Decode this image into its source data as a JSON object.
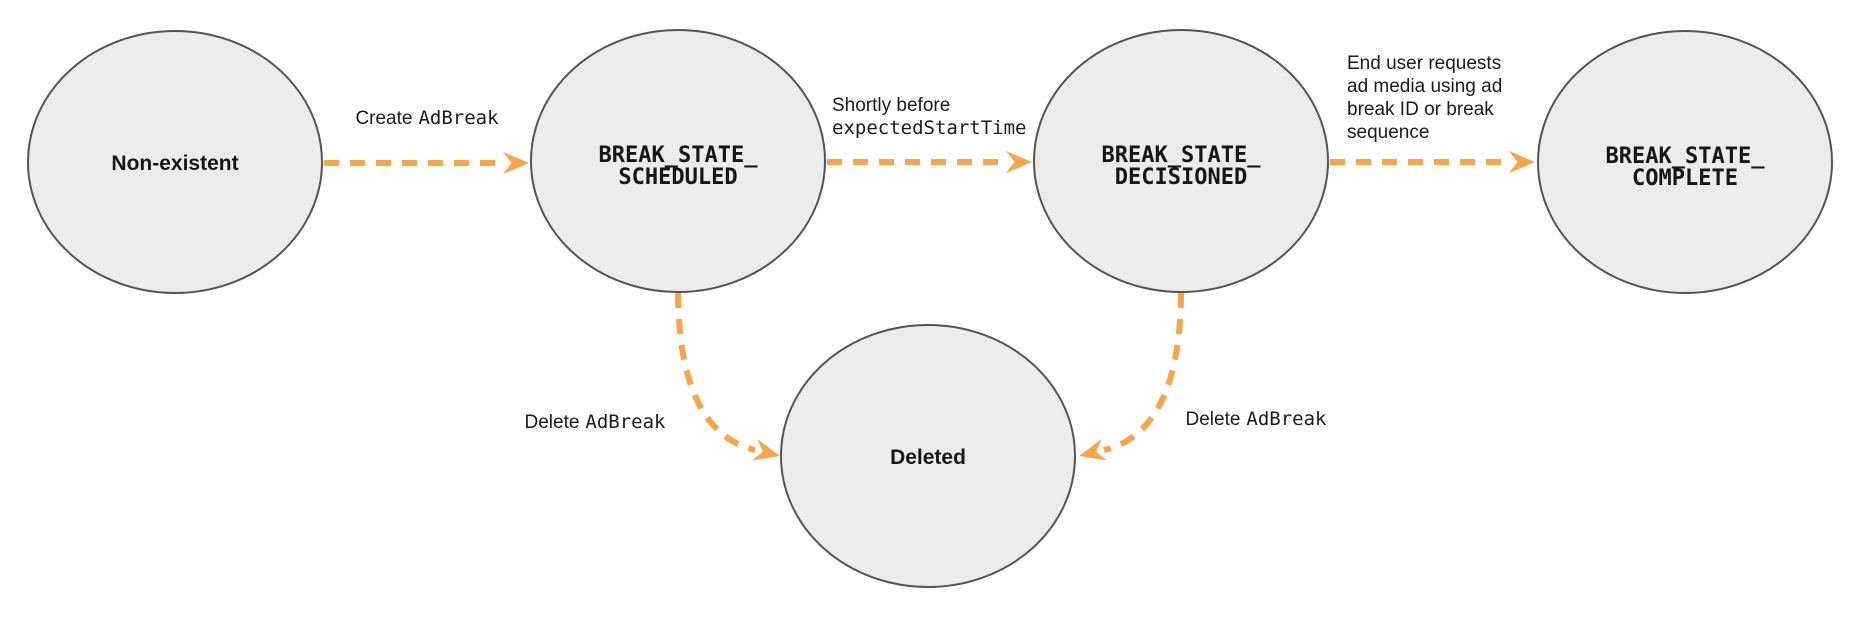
{
  "diagram": {
    "description": "Ad break state transition diagram",
    "colors": {
      "node_fill": "#ECECEC",
      "node_stroke": "#545454",
      "arrow": "#F8A44B",
      "text": "#161616"
    },
    "nodes": {
      "non_existent": {
        "line1": "Non-existent"
      },
      "scheduled": {
        "line1": "BREAK_STATE_",
        "line2": "SCHEDULED"
      },
      "decisioned": {
        "line1": "BREAK_STATE_",
        "line2": "DECISIONED"
      },
      "complete": {
        "line1": "BREAK_STATE_",
        "line2": "COMPLETE"
      },
      "deleted": {
        "line1": "Deleted"
      }
    },
    "edges": {
      "create": {
        "label_sans": "Create",
        "label_code": "AdBreak"
      },
      "shortly_before": {
        "line1_sans": "Shortly before",
        "line2_code": "expectedStartTime"
      },
      "end_user_request": {
        "line1": "End user requests",
        "line2": "ad media using ad",
        "line3": "break ID or break",
        "line4": "sequence"
      },
      "delete_left": {
        "label_sans": "Delete",
        "label_code": "AdBreak"
      },
      "delete_right": {
        "label_sans": "Delete",
        "label_code": "AdBreak"
      }
    }
  }
}
